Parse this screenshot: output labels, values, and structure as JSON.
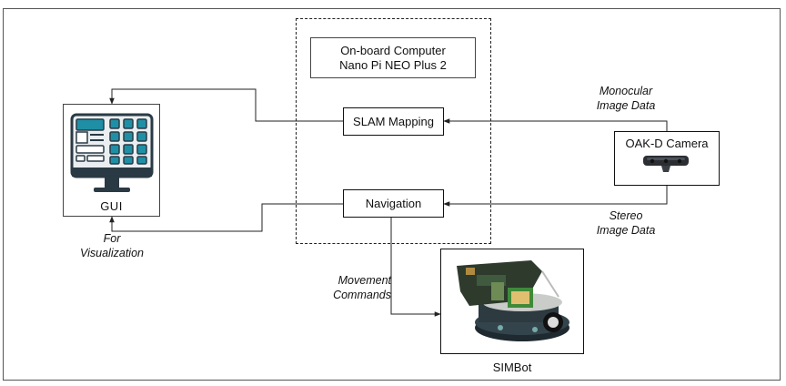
{
  "computer": {
    "line1": "On-board Computer",
    "line2": "Nano Pi NEO Plus 2"
  },
  "slam": {
    "label": "SLAM Mapping"
  },
  "navigation": {
    "label": "Navigation"
  },
  "camera": {
    "label": "OAK-D Camera"
  },
  "gui": {
    "label": "GUI"
  },
  "robot": {
    "label": "SIMBot"
  },
  "edges": {
    "monocular": {
      "line1": "Monocular",
      "line2": "Image Data"
    },
    "stereo": {
      "line1": "Stereo",
      "line2": "Image Data"
    },
    "visualization": {
      "line1": "For",
      "line2": "Visualization"
    },
    "movement": {
      "line1": "Movement",
      "line2": "Commands"
    }
  },
  "colors": {
    "gui_accent": "#1f8fa6",
    "gui_screen": "#e9eef0",
    "robot_board": "#2d3a2c"
  }
}
